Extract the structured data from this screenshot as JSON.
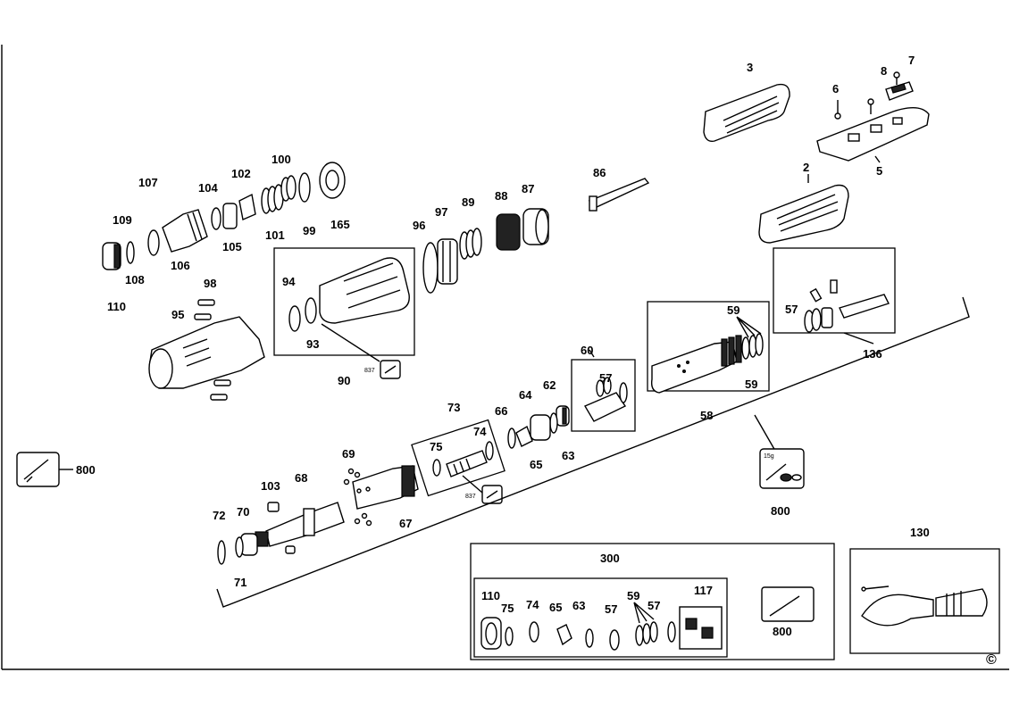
{
  "labels": {
    "l2": "2",
    "l3": "3",
    "l5": "5",
    "l6": "6",
    "l7": "7",
    "l8": "8",
    "l57a": "57",
    "l57b": "57",
    "l57c": "57",
    "l57d": "57",
    "l58": "58",
    "l59a": "59",
    "l59b": "59",
    "l59c": "59",
    "l60": "60",
    "l62": "62",
    "l63a": "63",
    "l63b": "63",
    "l64": "64",
    "l65a": "65",
    "l65b": "65",
    "l66": "66",
    "l67": "67",
    "l68": "68",
    "l69": "69",
    "l70": "70",
    "l71": "71",
    "l72": "72",
    "l73": "73",
    "l74a": "74",
    "l74b": "74",
    "l75a": "75",
    "l75b": "75",
    "l86": "86",
    "l87": "87",
    "l88": "88",
    "l89": "89",
    "l90": "90",
    "l93": "93",
    "l94": "94",
    "l95": "95",
    "l96": "96",
    "l97": "97",
    "l98": "98",
    "l99": "99",
    "l100": "100",
    "l101": "101",
    "l102": "102",
    "l103": "103",
    "l104": "104",
    "l105": "105",
    "l106": "106",
    "l107": "107",
    "l108": "108",
    "l109": "109",
    "l110a": "110",
    "l110b": "110",
    "l117": "117",
    "l130": "130",
    "l136": "136",
    "l165": "165",
    "l300": "300",
    "l800a": "800",
    "l800b": "800",
    "l800c": "800"
  },
  "small_labels": {
    "s837a": "837",
    "s837b": "837",
    "s15g": "15g"
  },
  "copyright": "©"
}
